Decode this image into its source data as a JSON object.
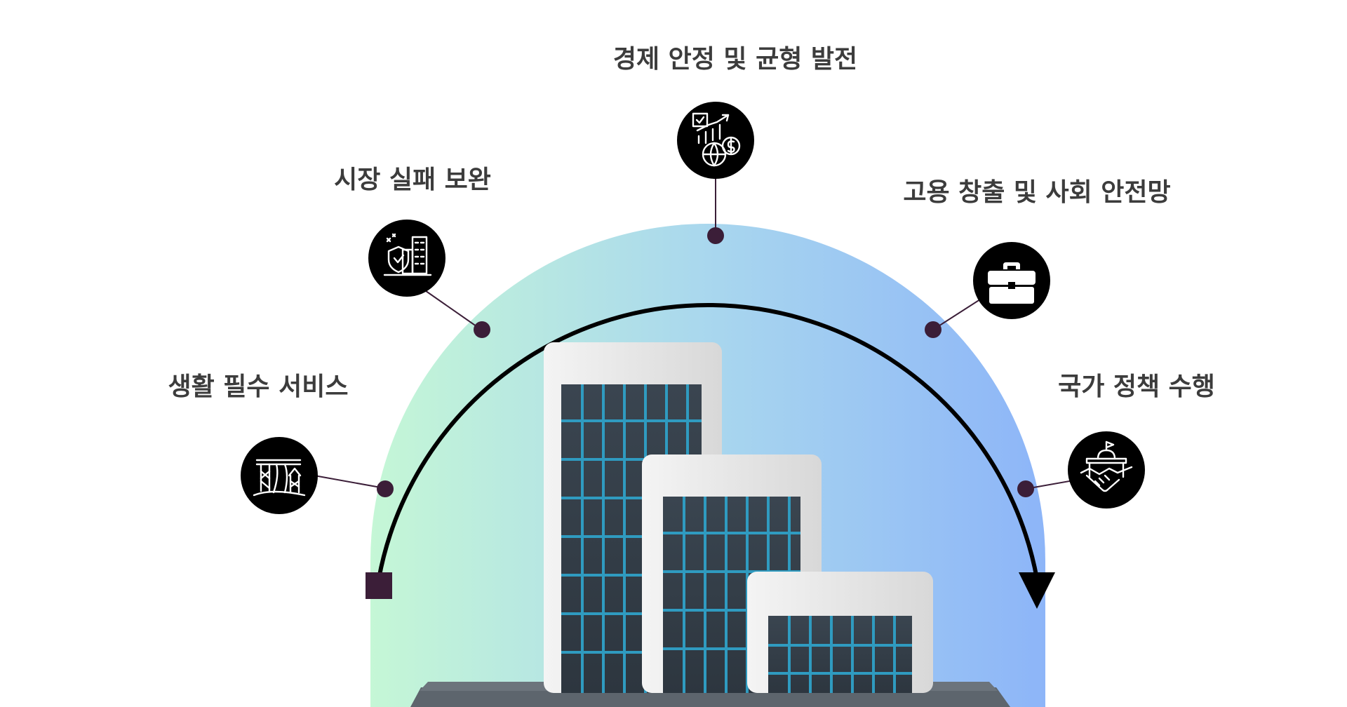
{
  "items": [
    {
      "label": "생활 필수 서비스",
      "icon": "road-infrastructure-icon"
    },
    {
      "label": "시장 실패 보완",
      "icon": "city-shield-icon"
    },
    {
      "label": "경제 안정 및 균형 발전",
      "icon": "economic-growth-globe-icon"
    },
    {
      "label": "고용 창출 및 사회 안전망",
      "icon": "briefcase-icon"
    },
    {
      "label": "국가 정책 수행",
      "icon": "government-handshake-icon"
    }
  ],
  "illustration": {
    "icon": "office-building-icon"
  },
  "colors": {
    "dot": "#3b1e38",
    "arc": "#000000",
    "label": "#3c3c3c",
    "connector": "#3b1e38",
    "gradient_left": "#c3f6d8",
    "gradient_mid": "#a8d8ee",
    "gradient_right": "#8fb6f8"
  }
}
